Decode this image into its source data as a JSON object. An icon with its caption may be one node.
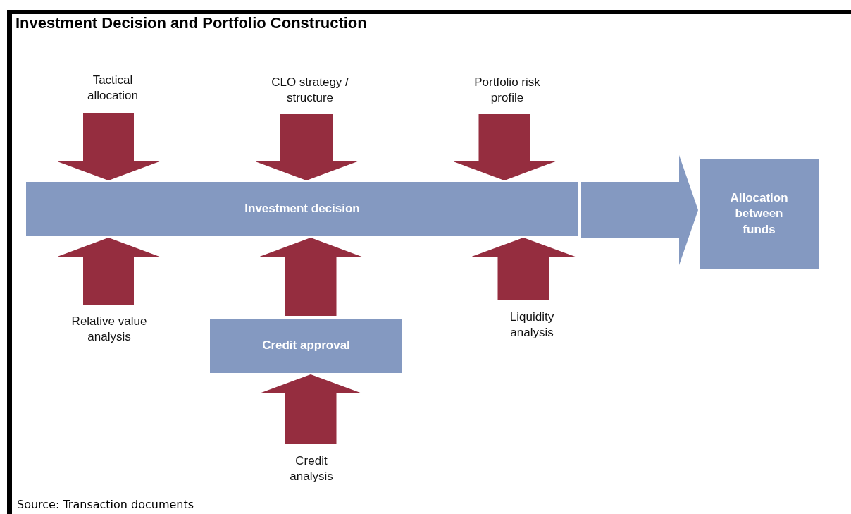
{
  "diagram": {
    "title": "Investment Decision and Portfolio Construction",
    "caption": "Source: Transaction documents",
    "nodes": [
      {
        "text": [
          "Tactical allocation"
        ]
      },
      {
        "text": [
          "CLO strategy / structure"
        ]
      },
      {
        "text": [
          "Portfolio risk profile"
        ]
      },
      {
        "text": [
          "Investment decision"
        ]
      },
      {
        "text": [
          "Allocation between funds"
        ]
      },
      {
        "text": [
          "Relative value analysis"
        ]
      },
      {
        "text": [
          "Credit approval"
        ]
      },
      {
        "text": [
          "Liquidity analysis"
        ]
      },
      {
        "text": [
          "Credit analysis"
        ]
      }
    ],
    "edges": [
      {
        "from": 0,
        "to": 3,
        "arrow": "to"
      },
      {
        "from": 1,
        "to": 3,
        "arrow": "to"
      },
      {
        "from": 2,
        "to": 3,
        "arrow": "to"
      },
      {
        "from": 5,
        "to": 3,
        "arrow": "to"
      },
      {
        "from": 6,
        "to": 3,
        "arrow": "to"
      },
      {
        "from": 7,
        "to": 3,
        "arrow": "to"
      },
      {
        "from": 8,
        "to": 6,
        "arrow": "to"
      },
      {
        "from": 3,
        "to": 4,
        "arrow": "to",
        "color": "#8499c1"
      }
    ]
  }
}
